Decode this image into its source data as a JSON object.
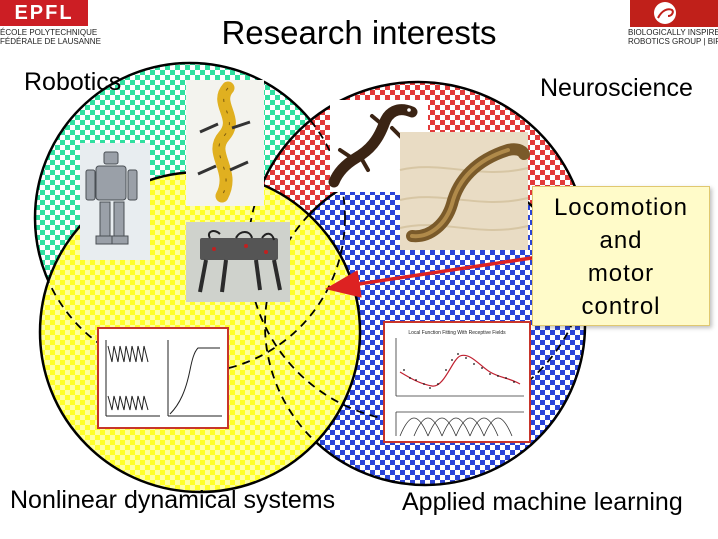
{
  "title": "Research interests",
  "circles": {
    "robotics": "Robotics",
    "neuroscience": "Neuroscience",
    "nonlinear": "Nonlinear dynamical systems",
    "machine_learning": "Applied machine learning"
  },
  "callout": {
    "line1": "Locomotion",
    "line2": "and",
    "line3": "motor",
    "line4": "control"
  },
  "logos": {
    "epfl_mark": "EPFL",
    "epfl_line1": "ÉCOLE POLYTECHNIQUE",
    "epfl_line2": "FÉDÉRALE DE LAUSANNE",
    "birg_line1": "BIOLOGICALLY INSPIRED",
    "birg_line2": "ROBOTICS GROUP | BIRG"
  },
  "ml_plot": {
    "title": "Local Function Fitting With Receptive Fields"
  },
  "colors": {
    "robotics": "#2fe0a0",
    "neuroscience": "#e23a3a",
    "nonlinear": "#ffff2a",
    "machine_learning": "#2a44d8",
    "arrow": "#dd2222",
    "callout_bg": "#fffbc9"
  }
}
